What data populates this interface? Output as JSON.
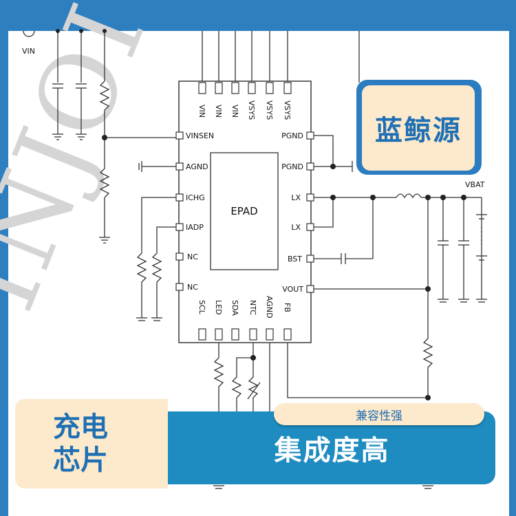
{
  "diagram": {
    "watermark": "INJOI",
    "chip": {
      "center_label": "EPAD",
      "top_pins": [
        "VIN",
        "VIN",
        "VIN",
        "VSYS",
        "VSYS",
        "VSYS"
      ],
      "left_pins": [
        "VINSEN",
        "AGND",
        "ICHG",
        "IADP",
        "NC",
        "NC"
      ],
      "right_pins": [
        "PGND",
        "PGND",
        "LX",
        "LX",
        "BST",
        "VOUT"
      ],
      "bottom_pins": [
        "SCL",
        "LED",
        "SDA",
        "NTC",
        "AGND",
        "FB"
      ]
    },
    "net_labels": {
      "vin": "VIN",
      "vbat": "VBAT"
    }
  },
  "brand": {
    "name": "蓝鲸源"
  },
  "product": {
    "line1": "充电",
    "line2": "芯片"
  },
  "feature": {
    "main": "集成度高",
    "tag": "兼容性强"
  },
  "colors": {
    "frame_blue": "#2e7fc0",
    "cream": "#fde9cc",
    "feature_blue": "#1e8cc0",
    "brand_text": "#1e6fb3"
  }
}
